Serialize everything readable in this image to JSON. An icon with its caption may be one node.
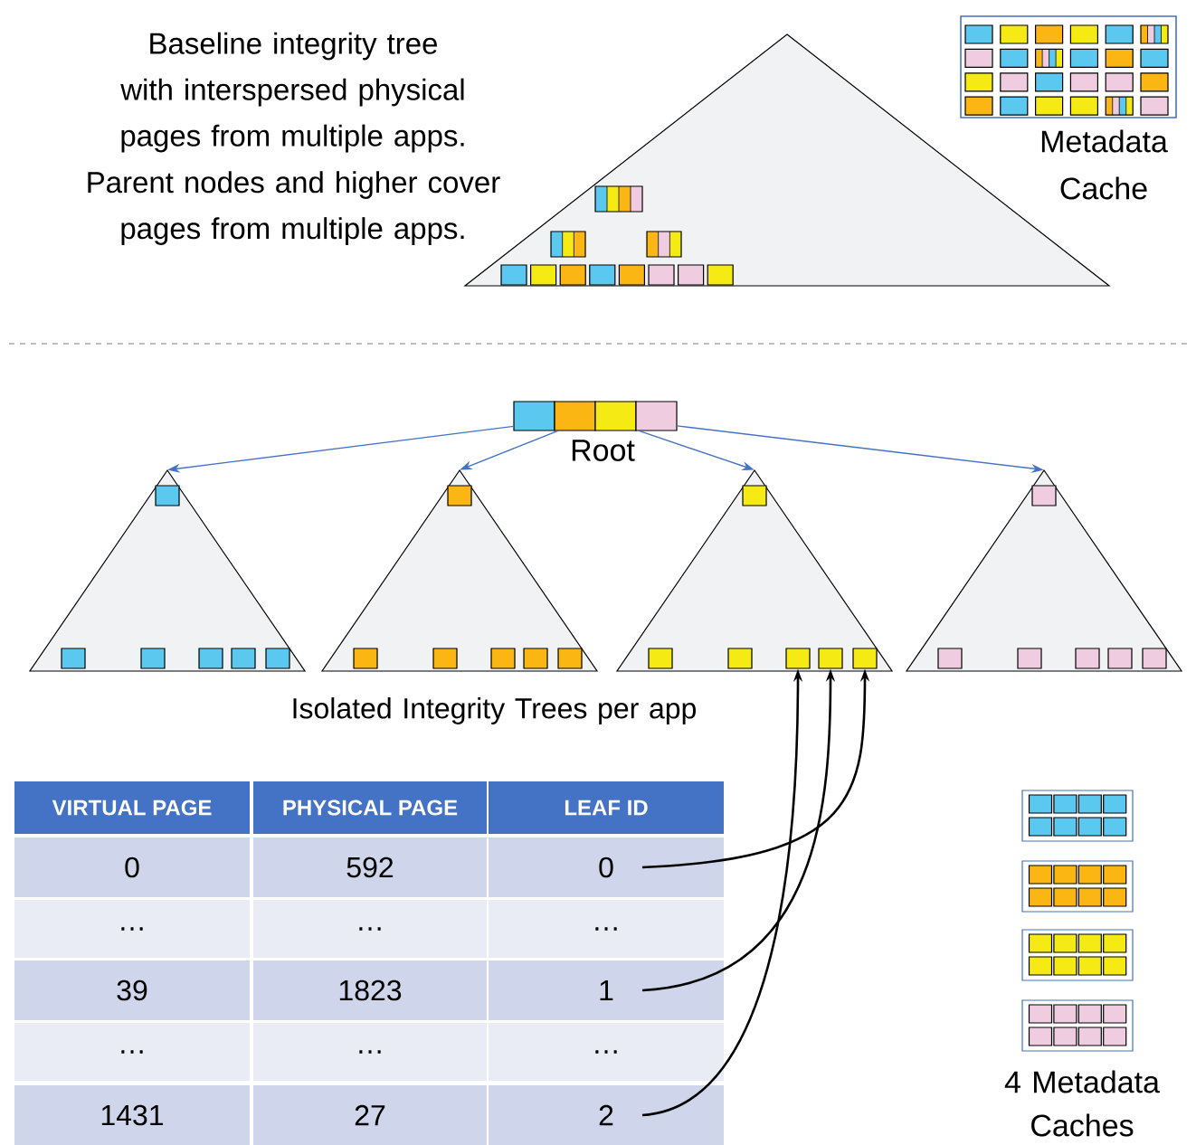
{
  "diagram": {
    "nodes": [
      {
        "text": [],
        "shape": "box",
        "beside": [
          "Root"
        ]
      },
      {
        "text": [],
        "shape": "triangle"
      },
      {
        "text": [],
        "shape": "triangle"
      },
      {
        "text": [],
        "shape": "triangle"
      },
      {
        "text": [],
        "shape": "triangle"
      },
      {
        "text": [],
        "shape": "box",
        "in": 3
      },
      {
        "text": [],
        "shape": "box",
        "in": 3
      },
      {
        "text": [],
        "shape": "box",
        "in": 3
      },
      {
        "text": [],
        "shape": "box",
        "in": 3
      },
      {
        "text": [],
        "shape": "box",
        "in": 3
      },
      {
        "text": [],
        "shape": "box",
        "in": 3
      },
      {
        "text": [
          "0"
        ]
      },
      {
        "text": [
          "1"
        ]
      },
      {
        "text": [
          "2"
        ]
      }
    ],
    "edges": [
      {
        "from": 0,
        "to": 1,
        "arrow": "to",
        "color": "#4472c4"
      },
      {
        "from": 0,
        "to": 2,
        "arrow": "to",
        "color": "#4472c4"
      },
      {
        "from": 0,
        "to": 3,
        "arrow": "to",
        "color": "#4472c4"
      },
      {
        "from": 0,
        "to": 4,
        "arrow": "to",
        "color": "#4472c4"
      },
      {
        "from": 11,
        "to": 10,
        "arrow": "to",
        "color": "#000000"
      },
      {
        "from": 12,
        "to": 9,
        "arrow": "to",
        "color": "#000000"
      },
      {
        "from": 13,
        "to": 8,
        "arrow": "to",
        "color": "#000000"
      }
    ],
    "labels": [
      "Baseline integrity tree with interspersed physical pages from multiple apps.",
      "Parent nodes and higher cover pages from multiple apps.",
      "Metadata Cache",
      "Isolated Integrity Trees per app",
      "VIRTUAL PAGE",
      "PHYSICAL PAGE",
      "LEAF ID",
      "0",
      "592",
      "…",
      "…",
      "…",
      "39",
      "1823",
      "…",
      "…",
      "…",
      "1431",
      "27",
      "4 Metadata Caches"
    ]
  }
}
